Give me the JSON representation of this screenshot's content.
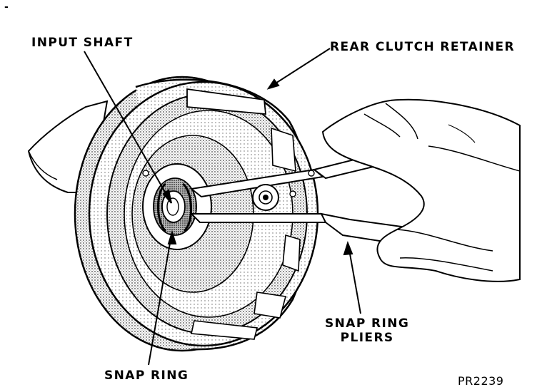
{
  "labels": {
    "input_shaft": "INPUT SHAFT",
    "rear_clutch_retainer": "REAR CLUTCH RETAINER",
    "snap_ring": "SNAP RING",
    "snap_ring_pliers_line1": "SNAP RING",
    "snap_ring_pliers_line2": "PLIERS",
    "figure_code": "PR2239",
    "corner_mark": "-"
  }
}
